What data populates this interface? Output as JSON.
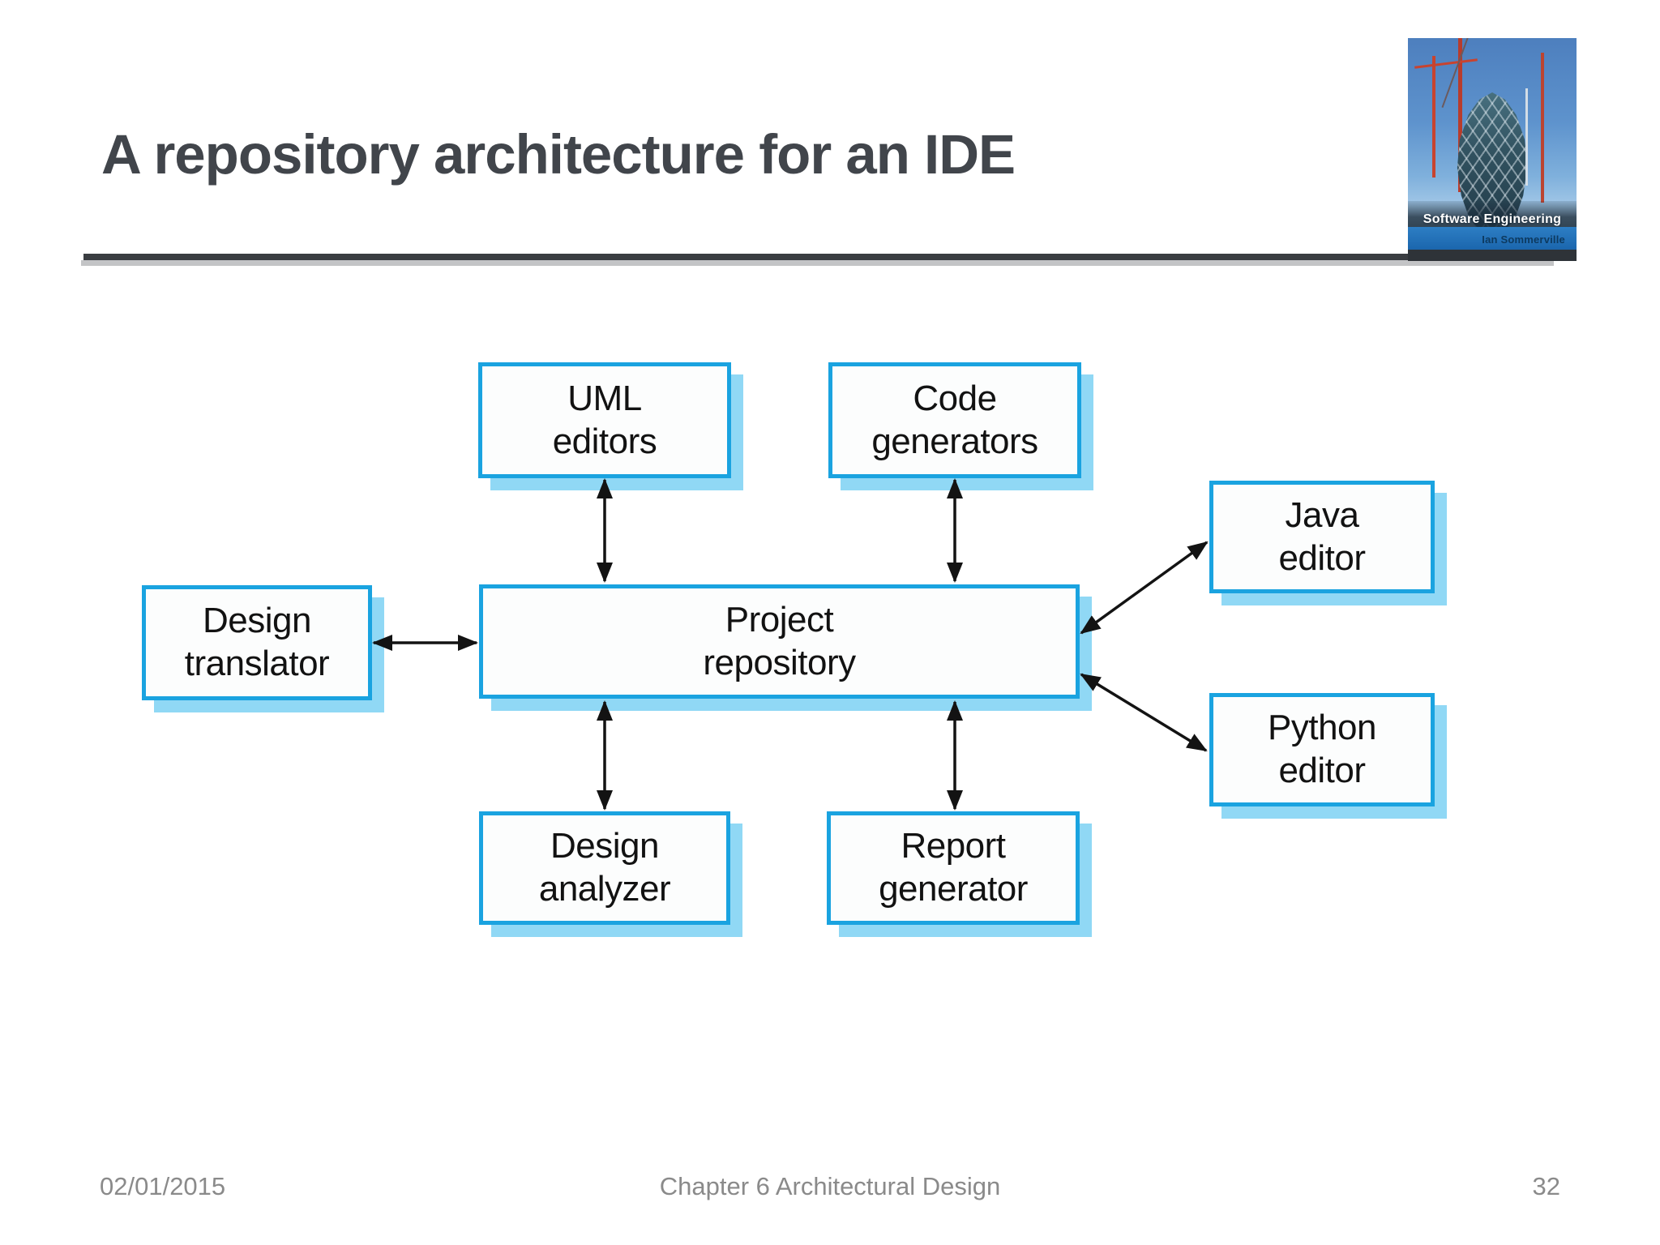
{
  "slide": {
    "title": "A repository architecture for an IDE",
    "footer": {
      "date": "02/01/2015",
      "chapter": "Chapter 6 Architectural Design",
      "page": "32"
    }
  },
  "book_cover": {
    "title": "Software Engineering",
    "author": "Ian Sommerville"
  },
  "diagram": {
    "nodes": [
      {
        "id": "uml-editors",
        "label": "UML\neditors"
      },
      {
        "id": "code-generators",
        "label": "Code\ngenerators"
      },
      {
        "id": "java-editor",
        "label": "Java\neditor"
      },
      {
        "id": "design-translator",
        "label": "Design\ntranslator"
      },
      {
        "id": "project-repository",
        "label": "Project\nrepository"
      },
      {
        "id": "python-editor",
        "label": "Python\neditor"
      },
      {
        "id": "design-analyzer",
        "label": "Design\nanalyzer"
      },
      {
        "id": "report-generator",
        "label": "Report\ngenerator"
      }
    ],
    "edges": [
      {
        "from": "uml-editors",
        "to": "project-repository",
        "bidirectional": true
      },
      {
        "from": "code-generators",
        "to": "project-repository",
        "bidirectional": true
      },
      {
        "from": "design-translator",
        "to": "project-repository",
        "bidirectional": true
      },
      {
        "from": "java-editor",
        "to": "project-repository",
        "bidirectional": true
      },
      {
        "from": "python-editor",
        "to": "project-repository",
        "bidirectional": true
      },
      {
        "from": "design-analyzer",
        "to": "project-repository",
        "bidirectional": true
      },
      {
        "from": "report-generator",
        "to": "project-repository",
        "bidirectional": true
      }
    ]
  },
  "colors": {
    "box_border": "#1aa3e0",
    "box_shadow": "#90d8f5",
    "box_fill": "#fcfdfd",
    "arrow": "#131313",
    "title_text": "#41454b",
    "node_text": "#121212",
    "footer_text": "#8a8a8a",
    "rule_dark": "#3a3d41",
    "rule_light": "#b9babc",
    "cover_sky": "#4d7fbe",
    "cover_band": "#1b66ad"
  }
}
